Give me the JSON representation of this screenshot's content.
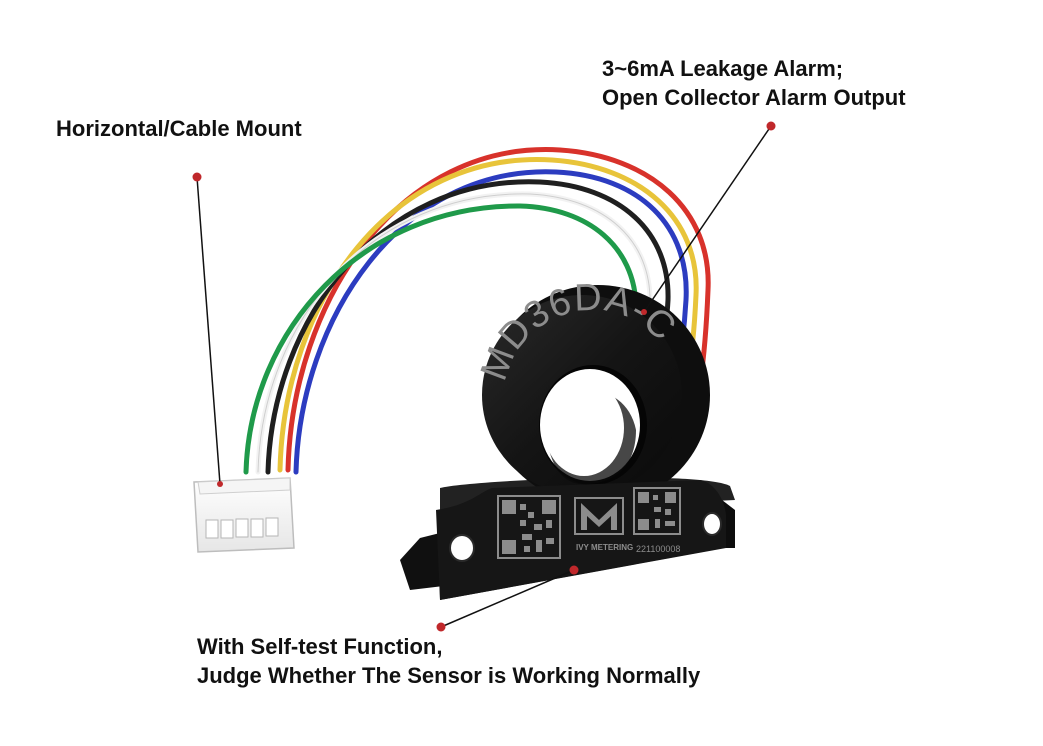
{
  "callouts": {
    "alarm": {
      "line1": "3~6mA Leakage Alarm;",
      "line2": "Open Collector Alarm Output"
    },
    "mount": {
      "line1": "Horizontal/Cable Mount"
    },
    "self_test": {
      "line1": "With Self-test Function,",
      "line2": "Judge Whether The Sensor is Working Normally"
    }
  },
  "product": {
    "model": "MD36DA-C",
    "brand": "IVY METERING",
    "serial": "221100008"
  },
  "colors": {
    "dot": "#c0282b",
    "leader": "#111111",
    "body": "#151515",
    "engraving": "#8c8c8c",
    "wires": [
      "#d8322b",
      "#e8c43a",
      "#2c3cc0",
      "#1f1f1f",
      "#ffffff",
      "#1f9a4a"
    ]
  }
}
